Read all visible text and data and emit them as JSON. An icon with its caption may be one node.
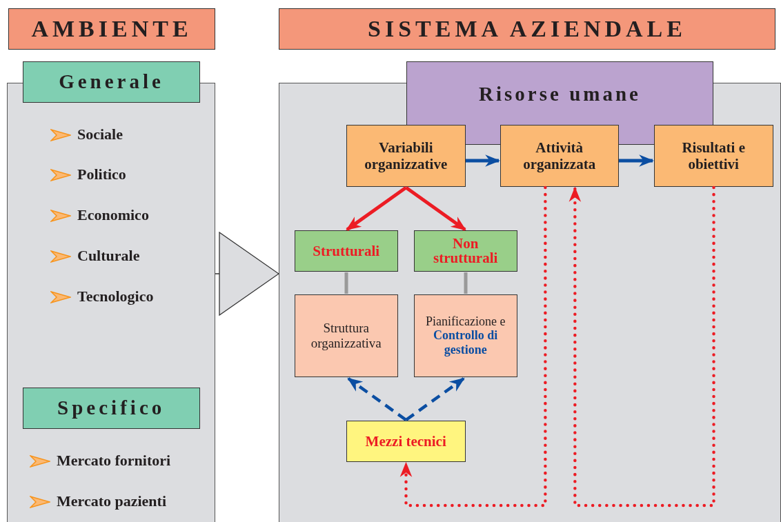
{
  "diagram": {
    "nodes": [
      {
        "text": [
          "AMBIENTE"
        ]
      },
      {
        "text": [
          "SISTEMA AZIENDALE"
        ]
      },
      {
        "text": [],
        "shape": "box"
      },
      {
        "text": [
          "Generale"
        ]
      },
      {
        "text": [
          "Specifico"
        ],
        "in": 2
      },
      {
        "text": [],
        "shape": "box"
      },
      {
        "text": [
          "Risorse umane"
        ]
      },
      {
        "text": [
          "Variabili organizzative"
        ],
        "in": 5
      },
      {
        "text": [
          "Attività organizzata"
        ],
        "in": 5
      },
      {
        "text": [
          "Risultati e obiettivi"
        ],
        "in": 5
      },
      {
        "text": [
          "Strutturali"
        ],
        "in": 5
      },
      {
        "text": [
          "Non strutturali"
        ],
        "in": 5
      },
      {
        "text": [
          "Struttura organizzativa"
        ],
        "in": 5
      },
      {
        "text": [
          "Pianificazione e **Controllo di gestione**"
        ],
        "in": 5
      },
      {
        "text": [
          "Mezzi tecnici"
        ],
        "in": 5
      }
    ],
    "edges": [
      {
        "from": 2,
        "to": 5,
        "arrow": "to",
        "color": "#333333"
      },
      {
        "from": 7,
        "to": 8,
        "arrow": "to",
        "color": "#0b4ea2"
      },
      {
        "from": 8,
        "to": 9,
        "arrow": "to",
        "color": "#0b4ea2"
      },
      {
        "from": 7,
        "to": 10,
        "arrow": "to",
        "color": "#ec1c24"
      },
      {
        "from": 7,
        "to": 11,
        "arrow": "to",
        "color": "#ec1c24"
      },
      {
        "from": 10,
        "to": 12,
        "arrow": "none",
        "color": "#999999"
      },
      {
        "from": 11,
        "to": 13,
        "arrow": "none",
        "color": "#999999"
      },
      {
        "from": 14,
        "to": 12,
        "arrow": "to",
        "style": "dashed",
        "color": "#0b4ea2"
      },
      {
        "from": 14,
        "to": 13,
        "arrow": "to",
        "style": "dashed",
        "color": "#0b4ea2"
      },
      {
        "from": 8,
        "to": 14,
        "arrow": "to",
        "style": "dashed",
        "color": "#ec1c24"
      },
      {
        "from": 9,
        "to": 8,
        "arrow": "to",
        "style": "dashed",
        "color": "#ec1c24"
      }
    ],
    "labels": [
      "Sociale",
      "Politico",
      "Economico",
      "Culturale",
      "Tecnologico",
      "Mercato fornitori",
      "Mercato pazienti"
    ]
  }
}
